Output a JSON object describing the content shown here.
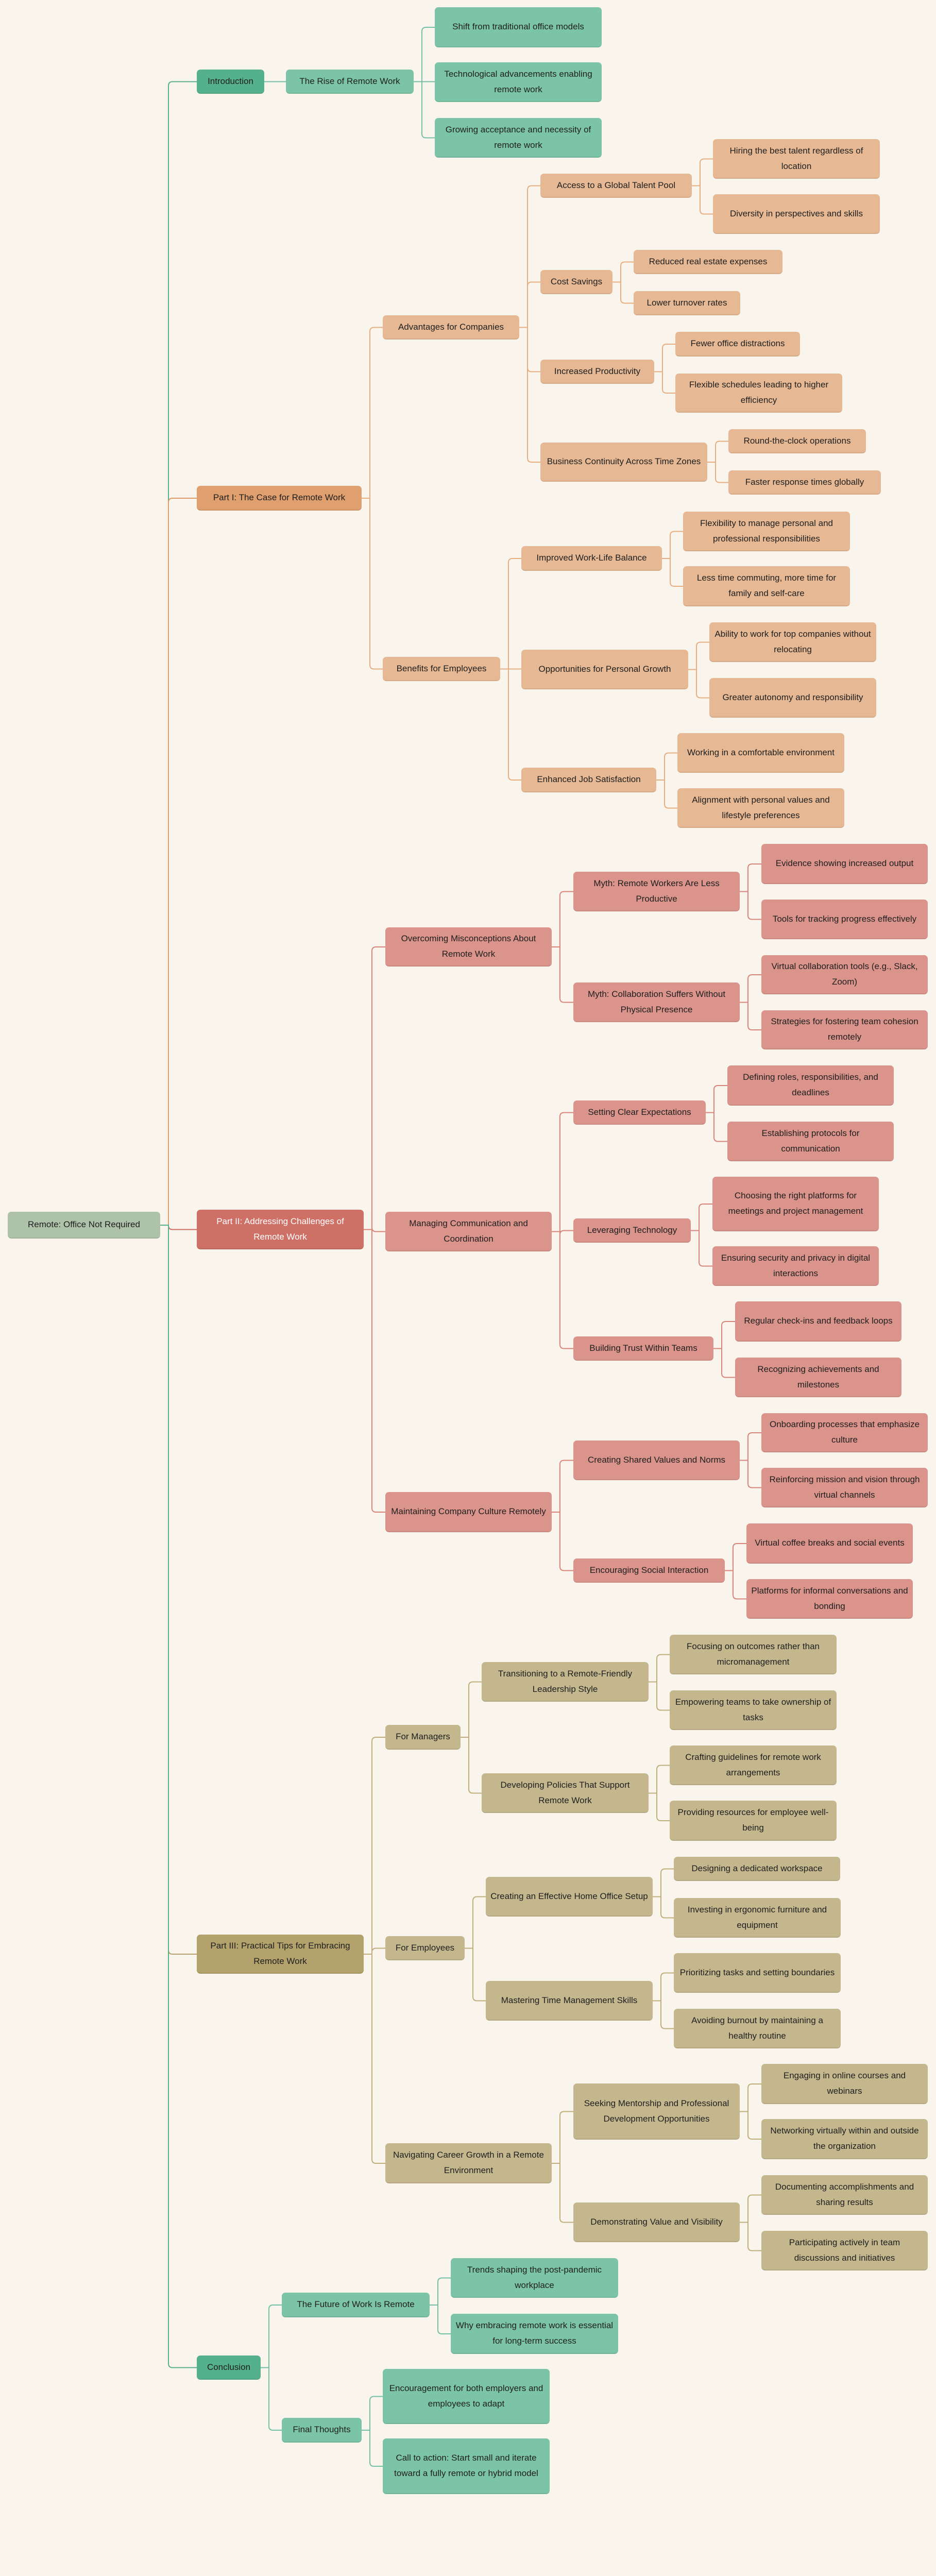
{
  "title": "Remote: Office Not Required",
  "branches": [
    {
      "label": "Introduction",
      "children": [
        {
          "label": "The Rise of Remote Work",
          "children": [
            {
              "label": "Shift from traditional office models"
            },
            {
              "label": "Technological advancements enabling remote work"
            },
            {
              "label": "Growing acceptance and necessity of remote work"
            }
          ]
        }
      ]
    },
    {
      "label": "Part I: The Case for Remote Work",
      "children": [
        {
          "label": "Advantages for Companies",
          "children": [
            {
              "label": "Access to a Global Talent Pool",
              "children": [
                {
                  "label": "Hiring the best talent regardless of location"
                },
                {
                  "label": "Diversity in perspectives and skills"
                }
              ]
            },
            {
              "label": "Cost Savings",
              "children": [
                {
                  "label": "Reduced real estate expenses"
                },
                {
                  "label": "Lower turnover rates"
                }
              ]
            },
            {
              "label": "Increased Productivity",
              "children": [
                {
                  "label": "Fewer office distractions"
                },
                {
                  "label": "Flexible schedules leading to higher efficiency"
                }
              ]
            },
            {
              "label": "Business Continuity Across Time Zones",
              "children": [
                {
                  "label": "Round-the-clock operations"
                },
                {
                  "label": "Faster response times globally"
                }
              ]
            }
          ]
        },
        {
          "label": "Benefits for Employees",
          "children": [
            {
              "label": "Improved Work-Life Balance",
              "children": [
                {
                  "label": "Flexibility to manage personal and professional responsibilities"
                },
                {
                  "label": "Less time commuting, more time for family and self-care"
                }
              ]
            },
            {
              "label": "Opportunities for Personal Growth",
              "children": [
                {
                  "label": "Ability to work for top companies without relocating"
                },
                {
                  "label": "Greater autonomy and responsibility"
                }
              ]
            },
            {
              "label": "Enhanced Job Satisfaction",
              "children": [
                {
                  "label": "Working in a comfortable environment"
                },
                {
                  "label": "Alignment with personal values and lifestyle preferences"
                }
              ]
            }
          ]
        }
      ]
    },
    {
      "label": "Part II: Addressing Challenges of Remote Work",
      "children": [
        {
          "label": "Overcoming Misconceptions About Remote Work",
          "children": [
            {
              "label": "Myth: Remote Workers Are Less Productive",
              "children": [
                {
                  "label": "Evidence showing increased output"
                },
                {
                  "label": "Tools for tracking progress effectively"
                }
              ]
            },
            {
              "label": "Myth: Collaboration Suffers Without Physical Presence",
              "children": [
                {
                  "label": "Virtual collaboration tools (e.g., Slack, Zoom)"
                },
                {
                  "label": "Strategies for fostering team cohesion remotely"
                }
              ]
            }
          ]
        },
        {
          "label": "Managing Communication and Coordination",
          "children": [
            {
              "label": "Setting Clear Expectations",
              "children": [
                {
                  "label": "Defining roles, responsibilities, and deadlines"
                },
                {
                  "label": "Establishing protocols for communication"
                }
              ]
            },
            {
              "label": "Leveraging Technology",
              "children": [
                {
                  "label": "Choosing the right platforms for meetings and project management"
                },
                {
                  "label": "Ensuring security and privacy in digital interactions"
                }
              ]
            },
            {
              "label": "Building Trust Within Teams",
              "children": [
                {
                  "label": "Regular check-ins and feedback loops"
                },
                {
                  "label": "Recognizing achievements and milestones"
                }
              ]
            }
          ]
        },
        {
          "label": "Maintaining Company Culture Remotely",
          "children": [
            {
              "label": "Creating Shared Values and Norms",
              "children": [
                {
                  "label": "Onboarding processes that emphasize culture"
                },
                {
                  "label": "Reinforcing mission and vision through virtual channels"
                }
              ]
            },
            {
              "label": "Encouraging Social Interaction",
              "children": [
                {
                  "label": "Virtual coffee breaks and social events"
                },
                {
                  "label": "Platforms for informal conversations and bonding"
                }
              ]
            }
          ]
        }
      ]
    },
    {
      "label": "Part III: Practical Tips for Embracing Remote Work",
      "children": [
        {
          "label": "For Managers",
          "children": [
            {
              "label": "Transitioning to a Remote-Friendly Leadership Style",
              "children": [
                {
                  "label": "Focusing on outcomes rather than micromanagement"
                },
                {
                  "label": "Empowering teams to take ownership of tasks"
                }
              ]
            },
            {
              "label": "Developing Policies That Support Remote Work",
              "children": [
                {
                  "label": "Crafting guidelines for remote work arrangements"
                },
                {
                  "label": "Providing resources for employee well-being"
                }
              ]
            }
          ]
        },
        {
          "label": "For Employees",
          "children": [
            {
              "label": "Creating an Effective Home Office Setup",
              "children": [
                {
                  "label": "Designing a dedicated workspace"
                },
                {
                  "label": "Investing in ergonomic furniture and equipment"
                }
              ]
            },
            {
              "label": "Mastering Time Management Skills",
              "children": [
                {
                  "label": "Prioritizing tasks and setting boundaries"
                },
                {
                  "label": "Avoiding burnout by maintaining a healthy routine"
                }
              ]
            }
          ]
        },
        {
          "label": "Navigating Career Growth in a Remote Environment",
          "children": [
            {
              "label": "Seeking Mentorship and Professional Development Opportunities",
              "children": [
                {
                  "label": "Engaging in online courses and webinars"
                },
                {
                  "label": "Networking virtually within and outside the organization"
                }
              ]
            },
            {
              "label": "Demonstrating Value and Visibility",
              "children": [
                {
                  "label": "Documenting accomplishments and sharing results"
                },
                {
                  "label": "Participating actively in team discussions and initiatives"
                }
              ]
            }
          ]
        }
      ]
    },
    {
      "label": "Conclusion",
      "children": [
        {
          "label": "The Future of Work Is Remote",
          "children": [
            {
              "label": "Trends shaping the post-pandemic workplace"
            },
            {
              "label": "Why embracing remote work is essential for long-term success"
            }
          ]
        },
        {
          "label": "Final Thoughts",
          "children": [
            {
              "label": "Encouragement for both employers and employees to adapt"
            },
            {
              "label": "Call to action: Start small and iterate toward a fully remote or hybrid model"
            }
          ]
        }
      ]
    }
  ]
}
